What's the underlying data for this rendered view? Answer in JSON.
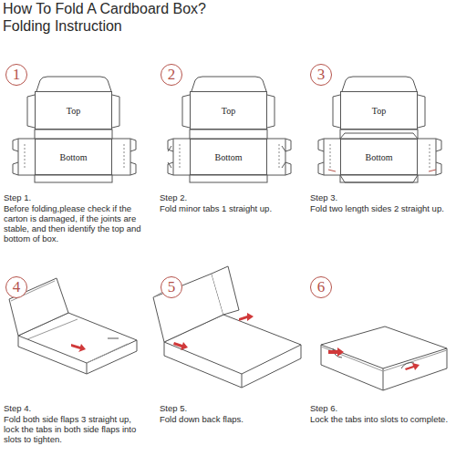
{
  "diagram": {
    "title": "How To Fold A Cardboard Box?",
    "nodes": [
      {
        "text": [
          "1"
        ]
      },
      {
        "text": [
          "Top"
        ]
      },
      {
        "text": [
          "Bottom"
        ]
      },
      {
        "text": [
          "2"
        ]
      },
      {
        "text": [
          "Top"
        ]
      },
      {
        "text": [
          "Bottom"
        ]
      },
      {
        "text": [
          "3"
        ]
      },
      {
        "text": [
          "Top"
        ]
      },
      {
        "text": [
          "Bottom"
        ]
      },
      {
        "text": [
          "4"
        ]
      },
      {
        "text": [
          "5"
        ]
      },
      {
        "text": [
          "6"
        ]
      }
    ],
    "labels": [
      "Folding Instruction",
      "Step 1.",
      "Before folding,please check if the carton is damaged, if the joints are stable, and then identify the top and bottom of box.",
      "Step 2.",
      "Fold minor tabs 1 straight up.",
      "Step 3.",
      "Fold two length sides 2 straight up.",
      "Step 4.",
      "Fold both side flaps 3 straight up, lock the tabs in both side flaps into slots to tighten.",
      "Step 5.",
      "Fold down back flaps.",
      "Step 6.",
      "Lock the tabs into slots to complete."
    ]
  }
}
